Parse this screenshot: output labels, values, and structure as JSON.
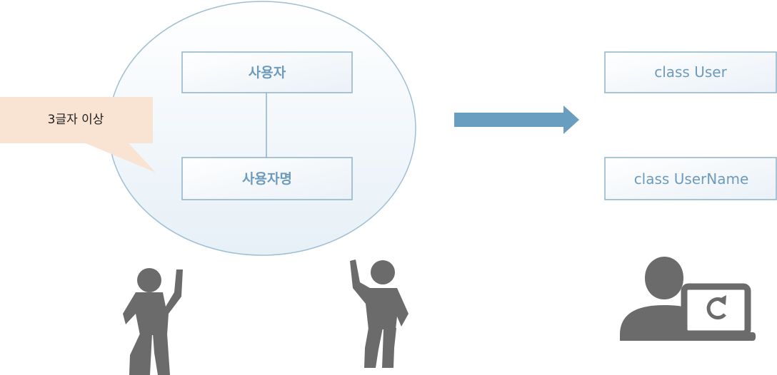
{
  "callout": {
    "text": "3글자 이상"
  },
  "domain_model": {
    "entities": [
      {
        "label": "사용자"
      },
      {
        "label": "사용자명"
      }
    ]
  },
  "code_model": {
    "classes": [
      {
        "label": "class User"
      },
      {
        "label": "class UserName"
      }
    ]
  },
  "icons": [
    "person-raising-hand-icon",
    "person-raising-hand-icon",
    "arrow-right-icon",
    "developer-at-laptop-icon",
    "refresh-icon"
  ],
  "colors": {
    "ellipse_stroke": "#9fbfd2",
    "box_stroke": "#8db2c9",
    "label_text": "#6d9bbd",
    "arrow": "#6a9ec0",
    "callout_fill": "#f9e3d3",
    "figure": "#6b6b6b"
  }
}
